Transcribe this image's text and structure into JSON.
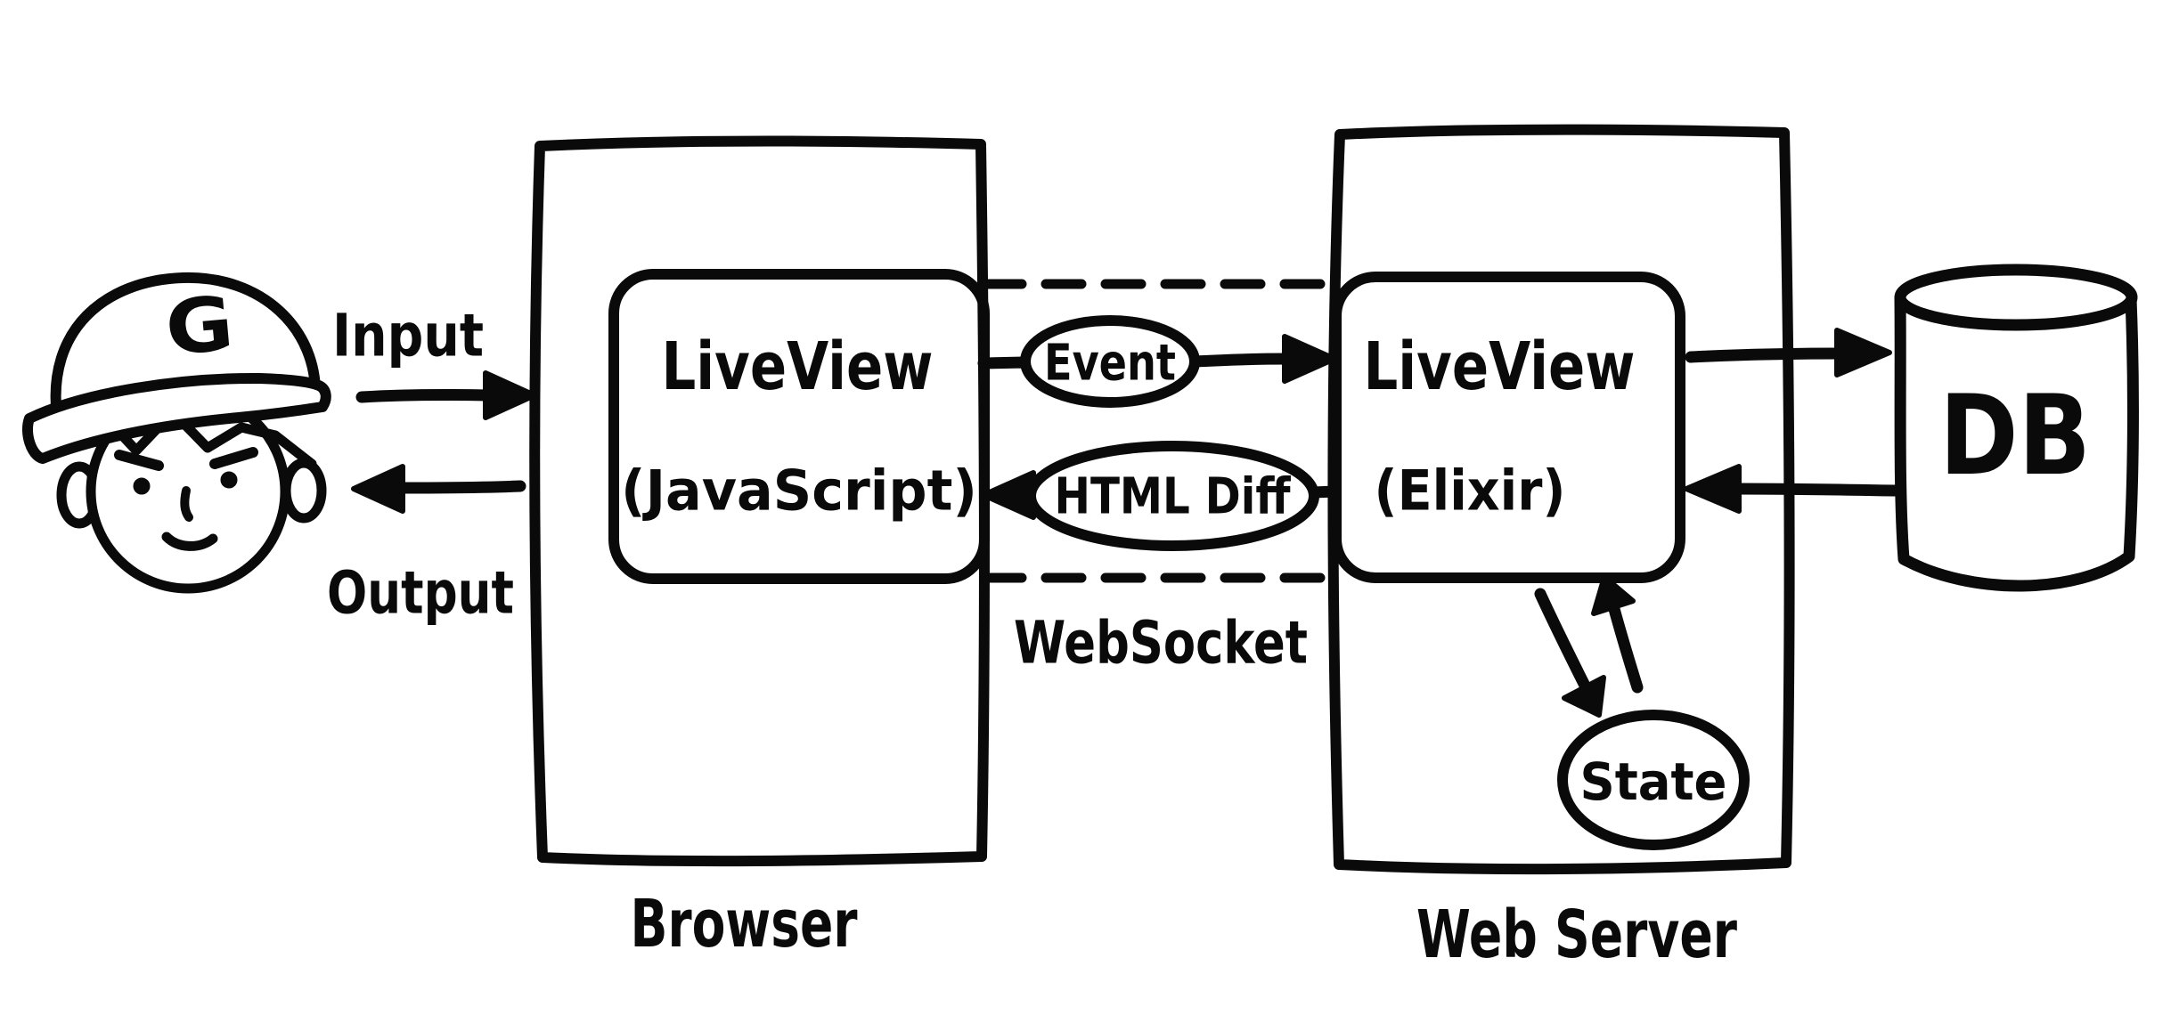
{
  "diagram": {
    "title_hint": "LiveView architecture sketch",
    "colors": {
      "ink": "#0a0a0a",
      "background": "#ffffff"
    },
    "user": {
      "cap_letter": "G"
    },
    "labels": {
      "input": "Input",
      "output": "Output",
      "websocket": "WebSocket",
      "event": "Event",
      "html_diff": "HTML Diff",
      "state": "State",
      "db": "DB",
      "browser": "Browser",
      "web_server": "Web Server"
    },
    "nodes": {
      "liveview_js": {
        "title": "LiveView",
        "subtitle": "(JavaScript)"
      },
      "liveview_elixir": {
        "title": "LiveView",
        "subtitle": "(Elixir)"
      }
    }
  }
}
